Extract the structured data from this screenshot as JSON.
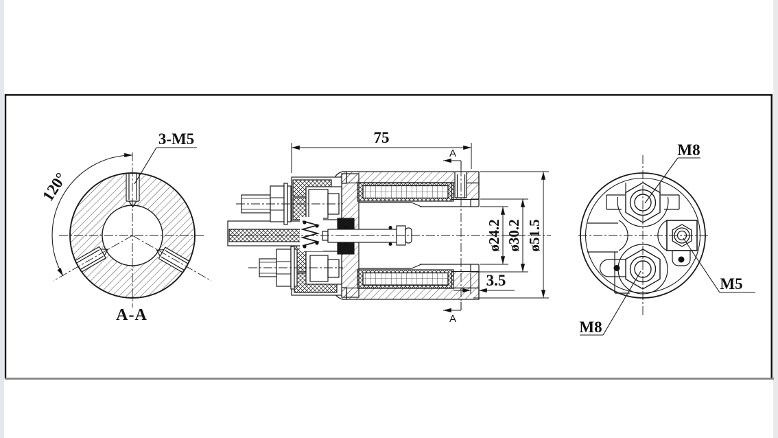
{
  "window": {
    "background": "#ffffff",
    "edge_strip_color": "#e4e8ec",
    "frame_color": "#0a0a0a",
    "bottom_rule_color": "#818181",
    "line_color": "#1a1a1a"
  },
  "drawing": {
    "section_view": {
      "hole_callout": "3-M5",
      "angle_dim": "120°",
      "view_title": "A-A"
    },
    "front_view": {
      "length_dim": "75",
      "bore_dim": "ø24.2",
      "counterbore_dim": "ø30.2",
      "outer_dim": "ø51.5",
      "step_dim": "3.5",
      "section_marker_top": "A",
      "section_marker_bottom": "A"
    },
    "end_view": {
      "terminal_top": "M8",
      "terminal_bottom": "M8",
      "screw_hole": "M5"
    }
  }
}
